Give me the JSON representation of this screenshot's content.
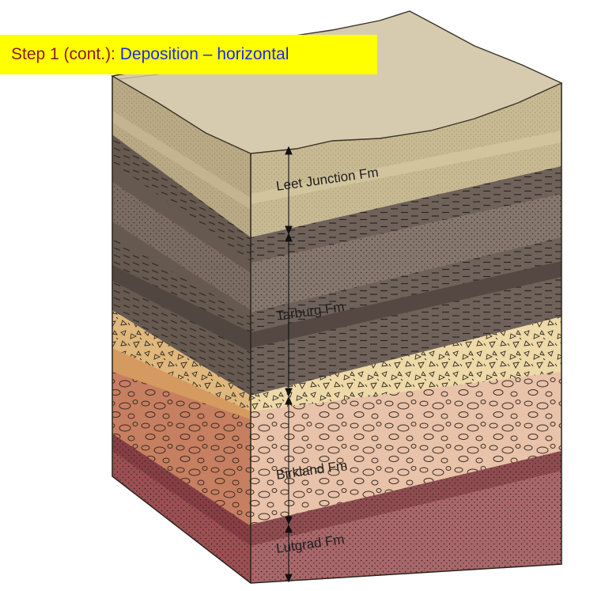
{
  "banner": {
    "step": "Step 1 (cont.):",
    "subtitle": "Deposition – horizontal",
    "background_color": "#ffff00",
    "step_color": "#8b1a1a",
    "subtitle_color": "#1a2ae6"
  },
  "formations": [
    {
      "label": "Leet Junction Fm",
      "texture": "fine sand",
      "color": "#c7b992"
    },
    {
      "label": "Tarburg Fm",
      "texture": "dashed shale / speckled sandstone",
      "color": "#6f625a"
    },
    {
      "label": "Birkland Fm",
      "texture": "angular fragments over rounded pebbles",
      "color": "#e7c9a5"
    },
    {
      "label": "Lutgrad Fm",
      "texture": "dotted red sandstone",
      "color": "#9f5a5c"
    }
  ],
  "top_surface_color": "#d6cbae"
}
